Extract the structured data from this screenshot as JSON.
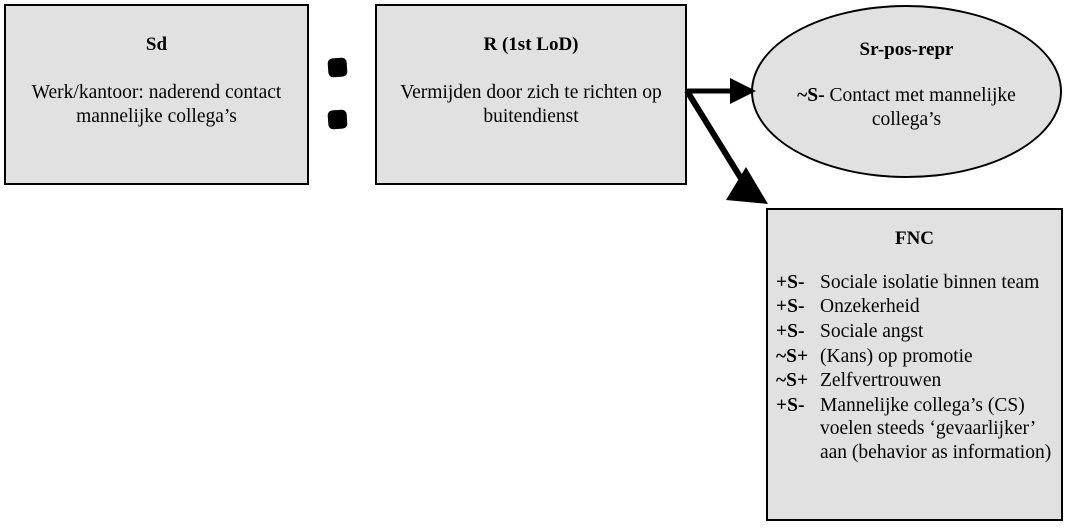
{
  "diagram": {
    "title": "Functional analysis diagram",
    "fill_color": "#e1e1e1",
    "stroke_color": "#000000",
    "background": "#ffffff"
  },
  "sd": {
    "title": "Sd",
    "body": "Werk/kantoor: naderend contact mannelijke collega’s"
  },
  "separator": {
    "glyph": "colon-dots",
    "count": 2
  },
  "r": {
    "title": "R (1st LoD)",
    "body": "Vermijden door zich te richten op buitendienst"
  },
  "sr": {
    "title": "Sr-pos-repr",
    "marker": "~S-",
    "body": "Contact met mannelijke collega’s"
  },
  "fnc": {
    "title": "FNC",
    "items": [
      {
        "marker": "+S-",
        "text": "Sociale isolatie binnen team"
      },
      {
        "marker": "+S-",
        "text": "Onzekerheid"
      },
      {
        "marker": "+S-",
        "text": "Sociale angst"
      },
      {
        "marker": "~S+",
        "text": "(Kans) op promotie"
      },
      {
        "marker": "~S+",
        "text": "Zelfvertrouwen"
      },
      {
        "marker": "+S-",
        "text": "Mannelijke collega’s (CS) voelen steeds ‘gevaarlijker’ aan (behavior as information)"
      }
    ]
  },
  "arrows": [
    {
      "name": "r-to-sr",
      "from": "r",
      "to": "sr",
      "direction": "horizontal-right"
    },
    {
      "name": "r-to-fnc",
      "from": "r",
      "to": "fnc",
      "direction": "diagonal-down-right"
    }
  ]
}
